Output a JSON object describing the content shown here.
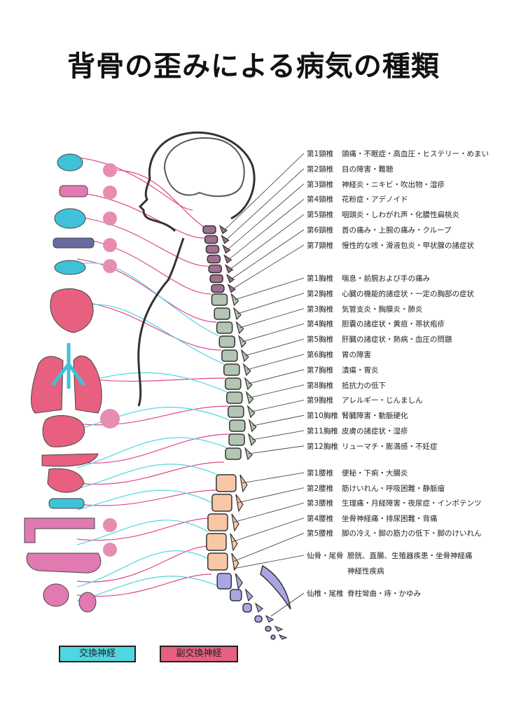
{
  "title": "背骨の歪みによる病気の種類",
  "cervical": [
    {
      "level": "第1頸椎",
      "symptoms": "頭痛・不眠症・高血圧・ヒステリー・めまい"
    },
    {
      "level": "第2頸椎",
      "symptoms": "目の障害・難聴"
    },
    {
      "level": "第3頸椎",
      "symptoms": "神経炎・ニキビ・吹出物・湿疹"
    },
    {
      "level": "第4頸椎",
      "symptoms": "花粉症・アデノイド"
    },
    {
      "level": "第5頸椎",
      "symptoms": "咽頭炎・しわがれ声・化膿性扁桃炎"
    },
    {
      "level": "第6頸椎",
      "symptoms": "首の痛み・上腕の痛み・クループ"
    },
    {
      "level": "第7頸椎",
      "symptoms": "慢性的な咳・滑液包炎・甲状腺の諸症状"
    }
  ],
  "thoracic": [
    {
      "level": "第1胸椎",
      "symptoms": "喘息・前腕および手の痛み"
    },
    {
      "level": "第2胸椎",
      "symptoms": "心臓の機能的諸症状・一定の胸部の症状"
    },
    {
      "level": "第3胸椎",
      "symptoms": "気管支炎・胸膜炎・肺炎"
    },
    {
      "level": "第4胸椎",
      "symptoms": "胆嚢の諸症状・黄疸・帯状疱疹"
    },
    {
      "level": "第5胸椎",
      "symptoms": "肝臓の諸症状・熱病・血圧の問題"
    },
    {
      "level": "第6胸椎",
      "symptoms": "胃の障害"
    },
    {
      "level": "第7胸椎",
      "symptoms": "潰瘍・胃炎"
    },
    {
      "level": "第8胸椎",
      "symptoms": "抵抗力の低下"
    },
    {
      "level": "第9胸椎",
      "symptoms": "アレルギー・じんましん"
    },
    {
      "level": "第10胸椎",
      "symptoms": "腎臓障害・動脈硬化"
    },
    {
      "level": "第11胸椎",
      "symptoms": "皮膚の諸症状・湿疹"
    },
    {
      "level": "第12胸椎",
      "symptoms": "リューマチ・膨満感・不妊症"
    }
  ],
  "lumbar": [
    {
      "level": "第1腰椎",
      "symptoms": "便秘・下痢・大腸炎"
    },
    {
      "level": "第2腰椎",
      "symptoms": "筋けいれん・呼吸困難・静脈瘤"
    },
    {
      "level": "第3腰椎",
      "symptoms": "生理痛・月経障害・夜尿症・インポテンツ"
    },
    {
      "level": "第4腰椎",
      "symptoms": "坐骨神経痛・排尿困難・背痛"
    },
    {
      "level": "第5腰椎",
      "symptoms": "脚の冷え・脚の筋力の低下・脚のけいれん"
    }
  ],
  "sacral": [
    {
      "level": "仙骨・尾骨",
      "symptoms": "膀胱、直腸、生殖器疾患・坐骨神経痛",
      "continuation": "神経性疾病"
    },
    {
      "level": "仙椎・尾椎",
      "symptoms": "脊柱彎曲・痔・かゆみ"
    }
  ],
  "legend": {
    "sympathetic": {
      "label": "交換神経",
      "color": "#4fd6e0"
    },
    "parasympathetic": {
      "label": "副交換神経",
      "color": "#e8607f"
    }
  },
  "colors": {
    "cervical": "#a07090",
    "thoracic": "#b3c6b3",
    "lumbar": "#f8c7a6",
    "sacral": "#a9a6e6",
    "nerve_pink": "#e0488a",
    "nerve_cyan": "#4fd6e0",
    "organ_red": "#e8607f",
    "organ_cyan": "#3fc2d8",
    "organ_pink": "#e07ab0"
  }
}
